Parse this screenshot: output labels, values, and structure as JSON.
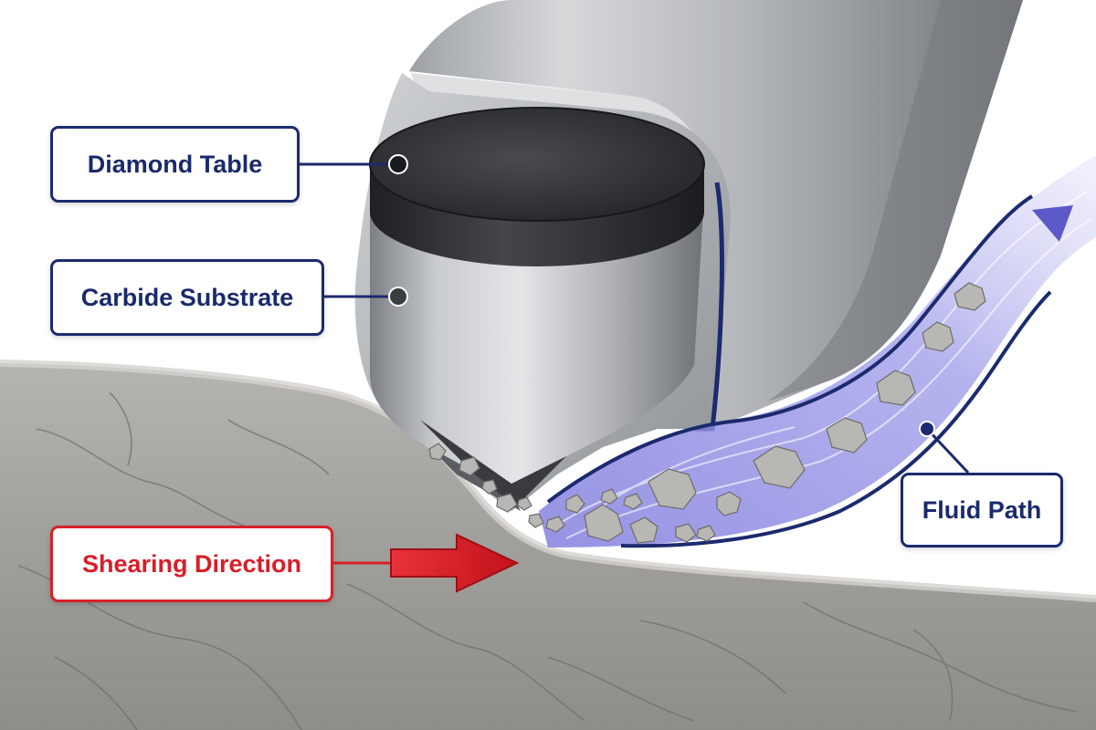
{
  "labels": {
    "diamond_table": "Diamond Table",
    "carbide_substrate": "Carbide Substrate",
    "fluid_path": "Fluid Path",
    "shearing_direction": "Shearing Direction"
  },
  "colors": {
    "label_border": "#1c2a6e",
    "label_text": "#1a2a6c",
    "accent_red": "#d8202a",
    "fluid": "#7f7fe0",
    "rock": "#a3a19e",
    "steel": "#b9bcbf",
    "diamond": "#2e2f33"
  }
}
